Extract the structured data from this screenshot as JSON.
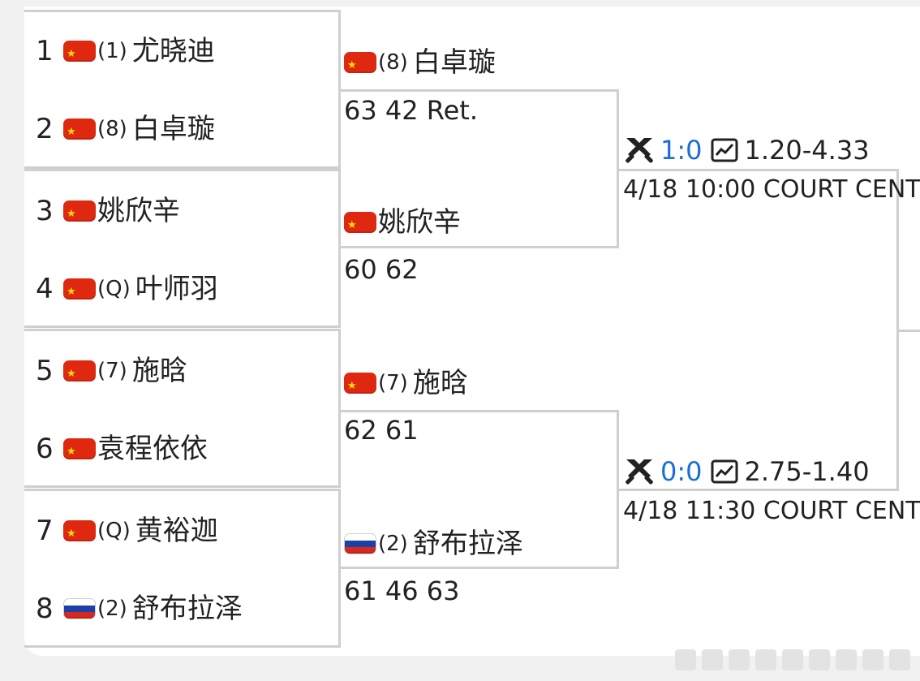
{
  "round1": [
    {
      "num": "1",
      "flag": "cn",
      "seed": "(1)",
      "name": "尤晓迪"
    },
    {
      "num": "2",
      "flag": "cn",
      "seed": "(8)",
      "name": "白卓璇"
    },
    {
      "num": "3",
      "flag": "cn",
      "seed": "",
      "name": "姚欣辛"
    },
    {
      "num": "4",
      "flag": "cn",
      "seed": "(Q)",
      "name": "叶师羽"
    },
    {
      "num": "5",
      "flag": "cn",
      "seed": "(7)",
      "name": "施晗"
    },
    {
      "num": "6",
      "flag": "cn",
      "seed": "",
      "name": "袁程依依"
    },
    {
      "num": "7",
      "flag": "cn",
      "seed": "(Q)",
      "name": "黄裕迦"
    },
    {
      "num": "8",
      "flag": "ru",
      "seed": "(2)",
      "name": "舒布拉泽"
    }
  ],
  "round2": [
    {
      "flag": "cn",
      "seed": "(8)",
      "name": "白卓璇",
      "score": "63 42 Ret."
    },
    {
      "flag": "cn",
      "seed": "",
      "name": "姚欣辛",
      "score": "60 62"
    },
    {
      "flag": "cn",
      "seed": "(7)",
      "name": "施晗",
      "score": "62 61"
    },
    {
      "flag": "ru",
      "seed": "(2)",
      "name": "舒布拉泽",
      "score": "61 46 63"
    }
  ],
  "semis": [
    {
      "h2h": "1:0",
      "odds": "1.20-4.33",
      "schedule": "4/18 10:00 COURT CENT"
    },
    {
      "h2h": "0:0",
      "odds": "2.75-1.40",
      "schedule": "4/18 11:30 COURT CENT"
    }
  ],
  "icons": {
    "head_to_head": "crossed-swords-icon",
    "odds": "chart-line-icon"
  },
  "colors": {
    "h2h_text": "#1a6fd6",
    "flag_cn": "#de2910",
    "bracket_lines": "#cfcfcf"
  }
}
